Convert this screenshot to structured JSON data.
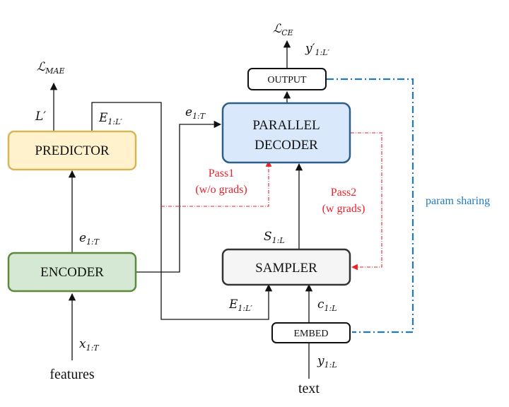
{
  "boxes": {
    "predictor": "PREDICTOR",
    "encoder": "ENCODER",
    "parallel_decoder_line1": "PARALLEL",
    "parallel_decoder_line2": "DECODER",
    "sampler": "SAMPLER",
    "output": "OUTPUT",
    "embed": "EMBED"
  },
  "inputs": {
    "features": "features",
    "text": "text"
  },
  "math_labels": {
    "loss_mae": {
      "main": "ℒ",
      "sub": "MAE"
    },
    "loss_ce": {
      "main": "ℒ",
      "sub": "CE"
    },
    "l_prime": {
      "main": "L′",
      "sub": ""
    },
    "e_1_lprime_top": {
      "main": "E",
      "sub": "1:L′"
    },
    "e_enc_top": {
      "main": "e",
      "sub": "1:T"
    },
    "e_enc_mid": {
      "main": "e",
      "sub": "1:T"
    },
    "y_prime_out": {
      "main": "y′",
      "sub": "1:L′"
    },
    "s_1_l": {
      "main": "S",
      "sub": "1:L"
    },
    "e_1_lprime_bottom": {
      "main": "E",
      "sub": "1:L′"
    },
    "c_1_l": {
      "main": "c",
      "sub": "1:L"
    },
    "x_1_t": {
      "main": "x",
      "sub": "1:T"
    },
    "y_1_l": {
      "main": "y",
      "sub": "1:L"
    }
  },
  "notes": {
    "pass1_line1": "Pass1",
    "pass1_line2": "(w/o grads)",
    "pass2_line1": "Pass2",
    "pass2_line2": "(w grads)",
    "param_sharing": "param sharing"
  },
  "colors": {
    "predictor_fill": "#fff2cc",
    "predictor_stroke": "#d6b656",
    "encoder_fill": "#d5e8d4",
    "encoder_stroke": "#5a8a3a",
    "decoder_fill": "#dae8fc",
    "decoder_stroke": "#2e5f8a",
    "sampler_fill": "#f5f5f5",
    "sampler_stroke": "#333333",
    "pass_arrow": "#e8212a",
    "param_sharing": "#1f78c1"
  }
}
